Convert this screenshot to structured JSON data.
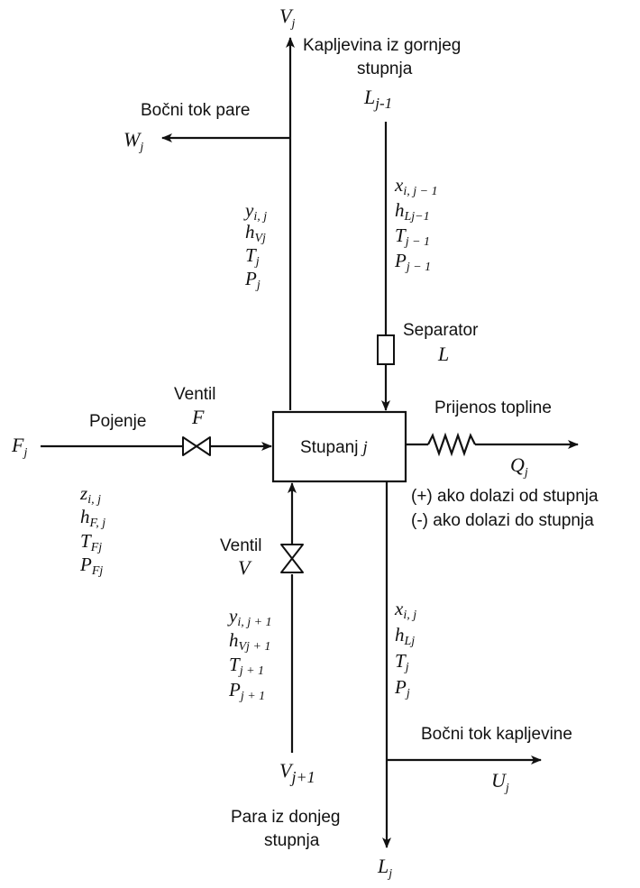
{
  "stage": {
    "label": "Stupanj",
    "label_var": "j"
  },
  "top": {
    "vapor_out": {
      "sym": "V",
      "sub": "j"
    },
    "liquid_in_caption_line1": "Kapljevina iz gornjeg",
    "liquid_in_caption_line2": "stupnja",
    "liquid_in": {
      "sym": "L",
      "sub": "j-1"
    },
    "vapor_side_caption": "Bočni tok pare",
    "vapor_side": {
      "sym": "W",
      "sub": "j"
    }
  },
  "vapor_props": [
    {
      "sym": "y",
      "sub": "i, j"
    },
    {
      "sym": "h",
      "sub": "Vj"
    },
    {
      "sym": "T",
      "sub": "j"
    },
    {
      "sym": "P",
      "sub": "j"
    }
  ],
  "liquid_in_props": [
    {
      "sym": "x",
      "sub": "i, j − 1"
    },
    {
      "sym": "h",
      "sub": "Lj−1"
    },
    {
      "sym": "T",
      "sub": "j − 1"
    },
    {
      "sym": "P",
      "sub": "j − 1"
    }
  ],
  "separator": {
    "label": "Separator",
    "var": "L"
  },
  "feed": {
    "caption": "Pojenje",
    "sym": "F",
    "sub": "j",
    "valve_label": "Ventil",
    "valve_var": "F",
    "props": [
      {
        "sym": "z",
        "sub": "i, j"
      },
      {
        "sym": "h",
        "sub": "F, j"
      },
      {
        "sym": "T",
        "sub": "Fj"
      },
      {
        "sym": "P",
        "sub": "Fj"
      }
    ]
  },
  "heat": {
    "caption": "Prijenos topline",
    "sym": "Q",
    "sub": "j",
    "note_plus": "(+) ako dolazi od stupnja",
    "note_minus": "(-) ako dolazi do stupnja"
  },
  "vapor_in": {
    "valve_label": "Ventil",
    "valve_var": "V",
    "props": [
      {
        "sym": "y",
        "sub": "i, j + 1"
      },
      {
        "sym": "h",
        "sub": "Vj + 1"
      },
      {
        "sym": "T",
        "sub": "j + 1"
      },
      {
        "sym": "P",
        "sub": "j + 1"
      }
    ],
    "sym": "V",
    "sub": "j+1",
    "caption_line1": "Para iz donjeg",
    "caption_line2": "stupnja"
  },
  "liquid_out": {
    "props": [
      {
        "sym": "x",
        "sub": "i, j"
      },
      {
        "sym": "h",
        "sub": "Lj"
      },
      {
        "sym": "T",
        "sub": "j"
      },
      {
        "sym": "P",
        "sub": "j"
      }
    ],
    "side_caption": "Bočni tok kapljevine",
    "side": {
      "sym": "U",
      "sub": "j"
    },
    "sym": "L",
    "sub": "j"
  }
}
